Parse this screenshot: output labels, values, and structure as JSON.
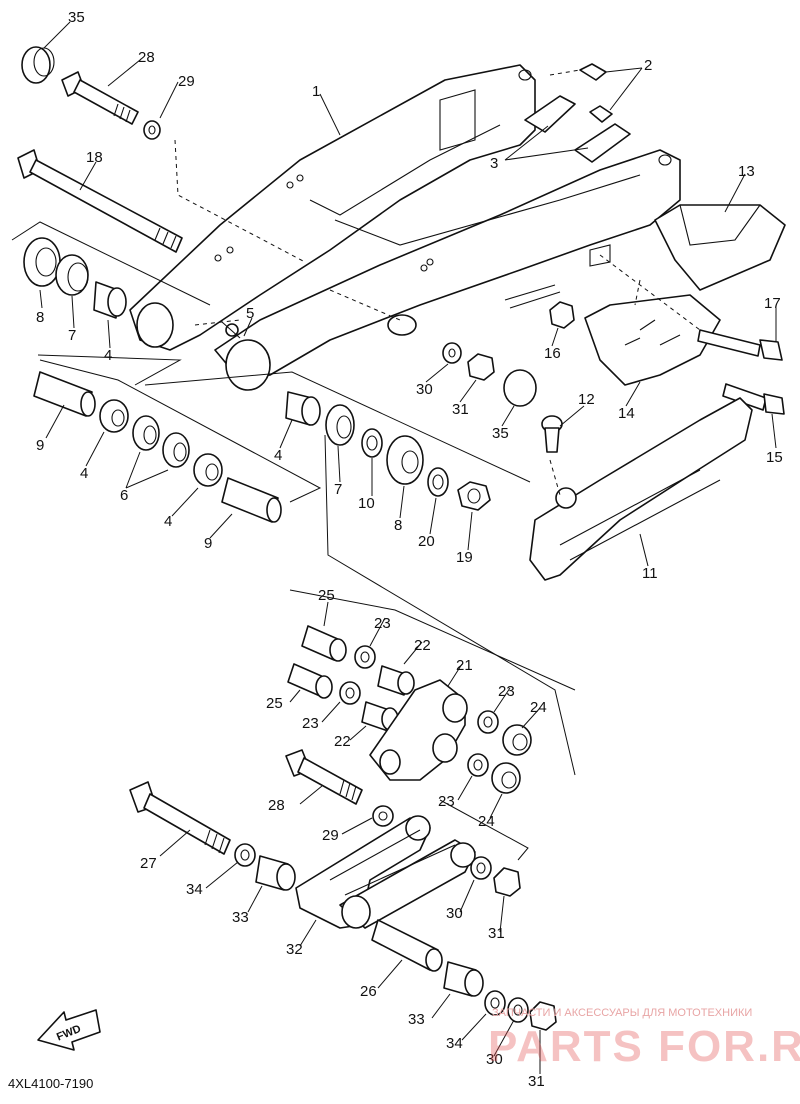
{
  "diagram_code": "4XL4100-7190",
  "fwd_label": "FWD",
  "watermark": {
    "subtitle": "ЗАПЧАСТИ И АКСЕССУАРЫ ДЛЯ МОТОТЕХНИКИ",
    "brand": "PARTS FOR.RU"
  },
  "callouts": [
    "35",
    "28",
    "29",
    "1",
    "2",
    "3",
    "18",
    "13",
    "8",
    "7",
    "4",
    "5",
    "17",
    "16",
    "9",
    "4",
    "6",
    "4",
    "9",
    "30",
    "31",
    "35",
    "12",
    "14",
    "15",
    "4",
    "7",
    "10",
    "8",
    "20",
    "19",
    "11",
    "25",
    "23",
    "22",
    "21",
    "25",
    "23",
    "22",
    "23",
    "24",
    "23",
    "24",
    "28",
    "29",
    "27",
    "34",
    "33",
    "32",
    "30",
    "31",
    "26",
    "33",
    "34",
    "30",
    "31"
  ]
}
